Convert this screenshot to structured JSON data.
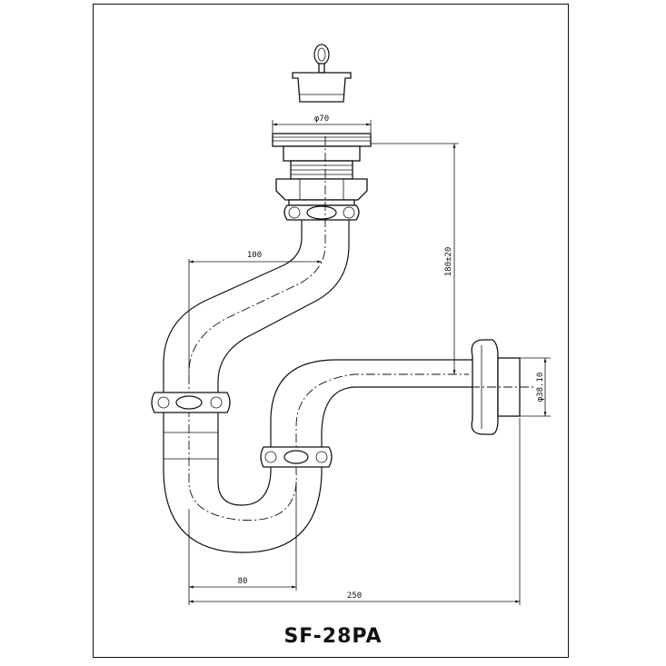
{
  "drawing": {
    "model": "SF-28PA",
    "dimensions": {
      "drain_diameter": "φ70",
      "height": "180±20",
      "horizontal_offset": "100",
      "trap_spacing": "80",
      "total_length": "250",
      "wall_pipe_diameter": "φ38.10"
    }
  },
  "colors": {
    "line": "#111111",
    "background": "#ffffff"
  }
}
